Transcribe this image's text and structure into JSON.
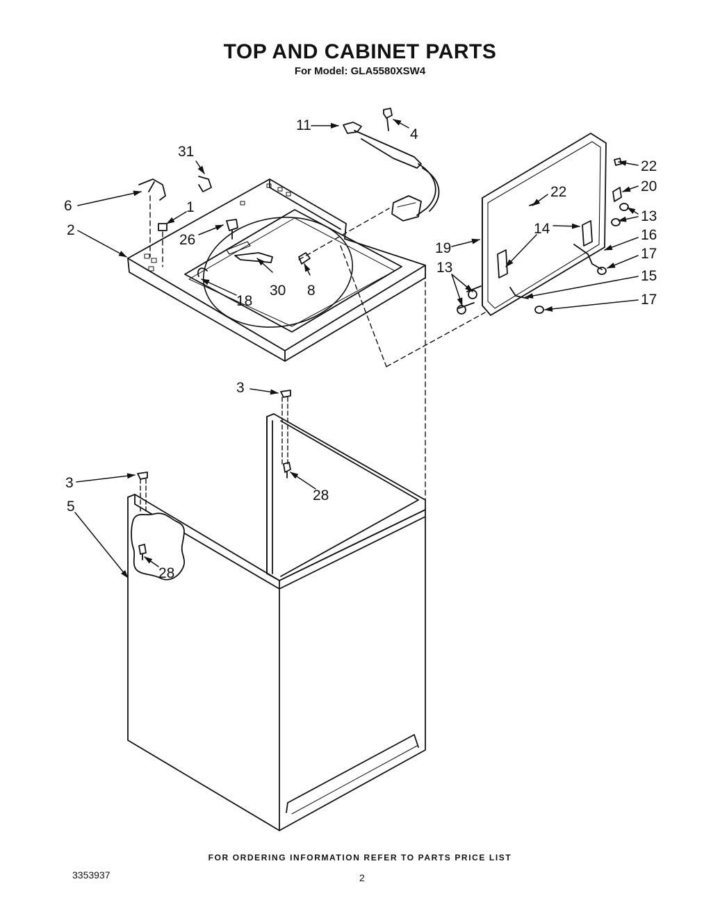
{
  "header": {
    "title": "TOP AND CABINET PARTS",
    "model_line": "For Model: GLA5580XSW4"
  },
  "callouts": {
    "c11": "11",
    "c4": "4",
    "c31": "31",
    "c6": "6",
    "c1": "1",
    "c2": "2",
    "c26": "26",
    "c30": "30",
    "c8": "8",
    "c18": "18",
    "c22a": "22",
    "c22b": "22",
    "c20": "20",
    "c13a": "13",
    "c14": "14",
    "c16": "16",
    "c19": "19",
    "c17a": "17",
    "c13b": "13",
    "c15": "15",
    "c17b": "17",
    "c3a": "3",
    "c28a": "28",
    "c3b": "3",
    "c5": "5",
    "c28b": "28"
  },
  "footer": {
    "ordering_note": "FOR ORDERING INFORMATION REFER TO PARTS PRICE LIST",
    "document_number": "3353937",
    "page_number": "2"
  }
}
